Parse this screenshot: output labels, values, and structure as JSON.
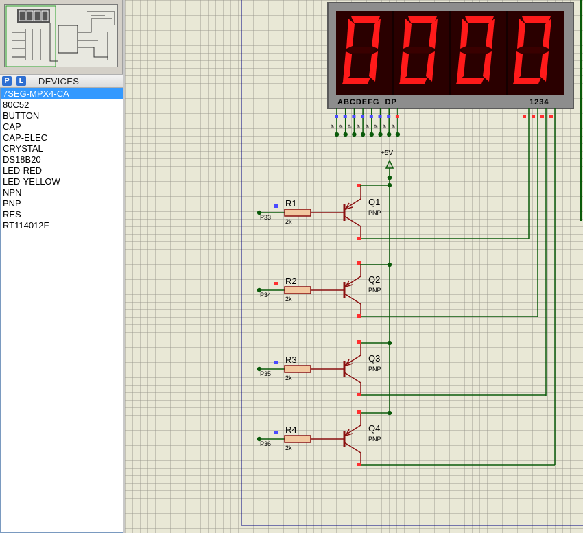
{
  "devices_panel": {
    "p_button": "P",
    "l_button": "L",
    "title": "DEVICES",
    "items": [
      "7SEG-MPX4-CA",
      "80C52",
      "BUTTON",
      "CAP",
      "CAP-ELEC",
      "CRYSTAL",
      "DS18B20",
      "LED-RED",
      "LED-YELLOW",
      "NPN",
      "PNP",
      "RES",
      "RT114012F"
    ],
    "selected_index": 0
  },
  "display": {
    "digits": [
      "0",
      "0",
      "0",
      "0"
    ],
    "segment_labels": "ABCDEFG  DP",
    "digit_labels": "1234",
    "segment_color": "#ff1a1a",
    "off_segment_color": "#3a0000"
  },
  "power": {
    "label": "+5V"
  },
  "stages": [
    {
      "resistor": "R1",
      "value": "2k",
      "port": "P33",
      "transistor": "Q1",
      "type": "PNP"
    },
    {
      "resistor": "R2",
      "value": "2k",
      "port": "P34",
      "transistor": "Q2",
      "type": "PNP"
    },
    {
      "resistor": "R3",
      "value": "2k",
      "port": "P35",
      "transistor": "Q3",
      "type": "PNP"
    },
    {
      "resistor": "R4",
      "value": "2k",
      "port": "P36",
      "transistor": "Q4",
      "type": "PNP"
    }
  ],
  "colors": {
    "wire": "#0a5a0a",
    "component": "#8b1010",
    "resistor_fill": "#f2c8a0",
    "border": "#000080"
  }
}
